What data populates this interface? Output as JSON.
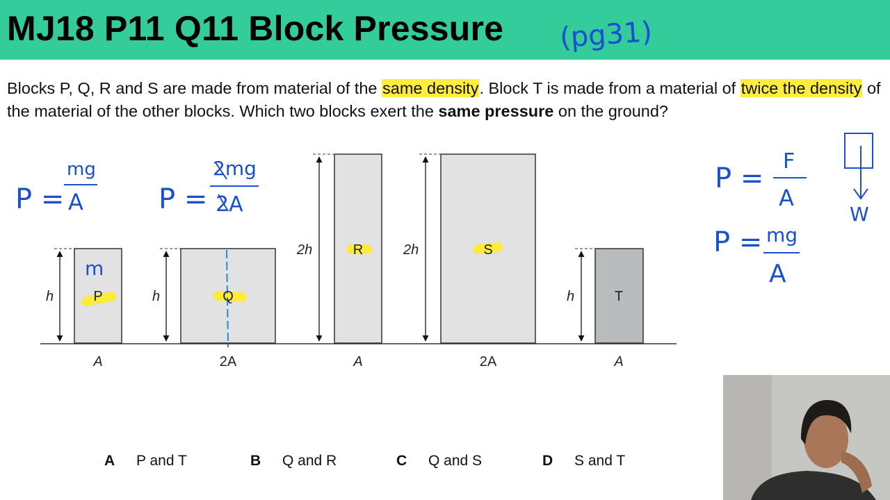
{
  "header": {
    "title": "MJ18 P11 Q11 Block Pressure",
    "handwritten_note": "(pg31)",
    "color": "#33cc9a"
  },
  "question": {
    "seg1": "Blocks P, Q, R and S are made from material of the ",
    "hl1": "same density",
    "seg2": ". Block T is made from a material of ",
    "hl2": "twice the density",
    "seg3": " of the material of the other blocks. Which two blocks exert the ",
    "bold": "same pressure",
    "seg4": " on the ground?"
  },
  "blocks": [
    {
      "label": "P",
      "height_label": "h",
      "base_label": "A"
    },
    {
      "label": "Q",
      "height_label": "h",
      "base_label": "2A"
    },
    {
      "label": "R",
      "height_label": "2h",
      "base_label": "A"
    },
    {
      "label": "S",
      "height_label": "2h",
      "base_label": "2A"
    },
    {
      "label": "T",
      "height_label": "h",
      "base_label": "A"
    }
  ],
  "block_colors": {
    "light": "#e2e2e2",
    "dark": "#b9bcbd"
  },
  "annotations": {
    "p_mass_label": "m",
    "formula_p_lhs": "P =",
    "formula_p_num": "mg",
    "formula_p_den": "A",
    "formula_q_lhs": "P =",
    "formula_q_num": "2mg",
    "formula_q_den": "2A",
    "formula_force_lhs": "P =",
    "formula_force_num": "F",
    "formula_force_den": "A",
    "formula_weight_lhs": "P =",
    "formula_weight_num": "mg",
    "formula_weight_den": "A",
    "weight_label": "W",
    "ink_color": "#1a4fd0",
    "highlight_color": "#ffec28"
  },
  "options": [
    {
      "letter": "A",
      "text": "P and T"
    },
    {
      "letter": "B",
      "text": "Q and R"
    },
    {
      "letter": "C",
      "text": "Q and S"
    },
    {
      "letter": "D",
      "text": "S and T"
    }
  ]
}
